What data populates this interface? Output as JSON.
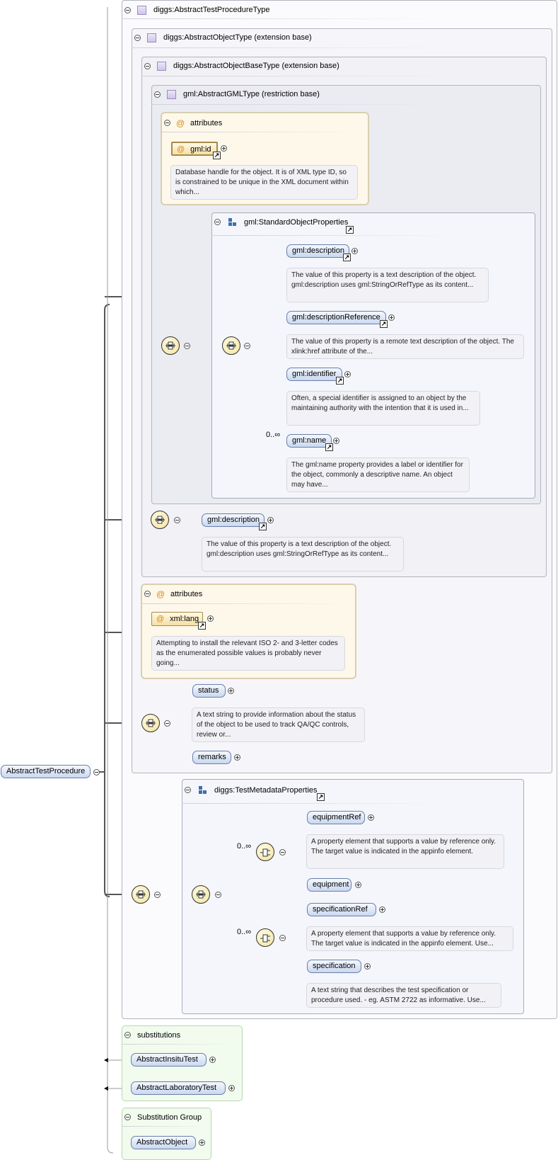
{
  "root": {
    "label": "AbstractTestProcedure"
  },
  "type_groups": {
    "procedure_type": "diggs:AbstractTestProcedureType",
    "object_type": "diggs:AbstractObjectType (extension base)",
    "object_base_type": "diggs:AbstractObjectBaseType (extension base)",
    "gml_type": "gml:AbstractGMLType (restriction base)"
  },
  "gml_attributes": {
    "title": "attributes",
    "id_label": "gml:id",
    "id_doc": "Database handle for the object. It is of XML type ID, so is constrained to be unique in the XML document within which..."
  },
  "standard_props": {
    "title": "gml:StandardObjectProperties",
    "items": [
      {
        "label": "gml:description",
        "doc": "The value of this property is a text description of the object. gml:description uses gml:StringOrRefType as its content..."
      },
      {
        "label": "gml:descriptionReference",
        "doc": "The value of this property is a remote text description of the object. The xlink:href attribute of the..."
      },
      {
        "label": "gml:identifier",
        "doc": "Often, a special identifier is assigned to an object by the maintaining authority with the intention that it is used in..."
      },
      {
        "label": "gml:name",
        "doc": "The gml:name property provides a label or identifier for the object, commonly a descriptive name. An object may have...",
        "occurrence": "0..∞"
      }
    ]
  },
  "base_description": {
    "label": "gml:description",
    "doc": "The value of this property is a text description of the object. gml:description uses gml:StringOrRefType as its content..."
  },
  "xml_attributes": {
    "title": "attributes",
    "lang_label": "xml:lang",
    "lang_doc": "Attempting to install the relevant ISO 2- and 3-letter codes as the enumerated possible values is probably never going..."
  },
  "status_block": {
    "status_label": "status",
    "status_doc": "A text string to provide information about the status of the object to be used to track QA/QC controls, review or...",
    "remarks_label": "remarks"
  },
  "test_metadata": {
    "title": "diggs:TestMetadataProperties",
    "occurrence_1": "0..∞",
    "occurrence_2": "0..∞",
    "equipment_ref": "equipmentRef",
    "equipment_ref_doc": "A property element that supports a value by reference only. The target value is indicated in the appinfo element.",
    "equipment": "equipment",
    "specification_ref": "specificationRef",
    "specification_ref_doc": "A property element that supports a value by reference only. The target value is indicated in the appinfo element. Use...",
    "specification": "specification",
    "specification_doc": "A text string that describes the test specification or procedure used. - eg. ASTM 2722 as informative. Use..."
  },
  "substitutions": {
    "title": "substitutions",
    "items": [
      "AbstractInsituTest",
      "AbstractLaboratoryTest"
    ]
  },
  "substitution_group": {
    "title": "Substitution Group",
    "item": "AbstractObject"
  },
  "colors": {
    "element_fill": "#c9d8f0",
    "attribute_fill": "#f5dfa6",
    "compositor_fill": "#f2e39c",
    "substitution_bg": "#f1fbee"
  }
}
